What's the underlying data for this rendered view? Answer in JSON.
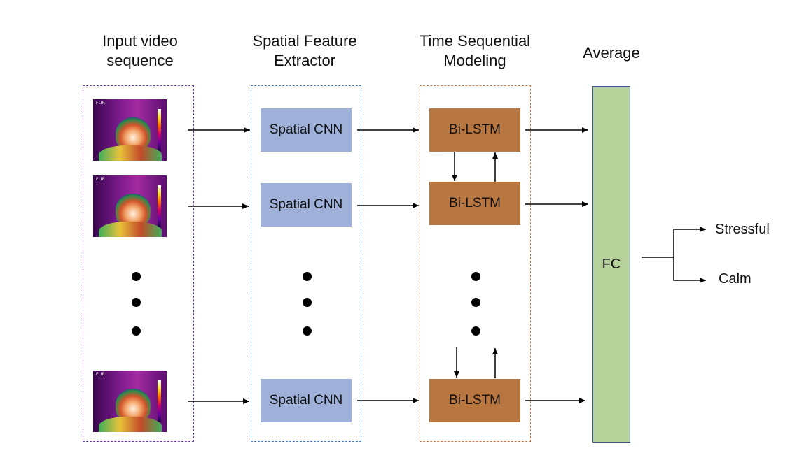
{
  "columns": {
    "input": "Input video\nsequence",
    "spatial": "Spatial Feature\nExtractor",
    "temporal": "Time Sequential\nModeling",
    "average": "Average"
  },
  "spatial_block_label": "Spatial CNN",
  "lstm_block_label": "Bi-LSTM",
  "fc_label": "FC",
  "frame": {
    "brand": "FLIR"
  },
  "outputs": [
    "Stressful",
    "Calm"
  ],
  "colors": {
    "input_panel_border": "#6a3aa8",
    "spatial_panel_border": "#4a7fd0",
    "temporal_panel_border": "#c87a4a",
    "spatial_block": "#9fb1d9",
    "lstm_block": "#b87641",
    "fc_block": "#b6d29a"
  }
}
